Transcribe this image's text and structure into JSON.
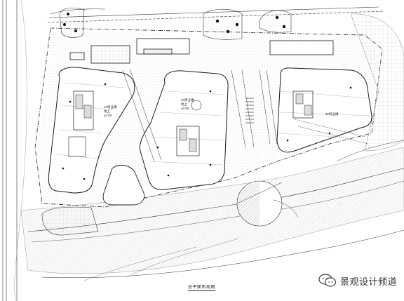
{
  "drawing": {
    "title": "总平面布局图"
  },
  "buildings": [
    {
      "id": "A",
      "name": "1#商业楼",
      "note": "地上",
      "level": "±0.00"
    },
    {
      "id": "B",
      "name": "2#商业楼",
      "note": "地上",
      "level": "±0.00"
    },
    {
      "id": "C",
      "name": "3#商业楼",
      "note": "",
      "level": ""
    }
  ],
  "watermark": {
    "text": "景观设计频道",
    "icon": "wechat-logo-icon"
  },
  "colors": {
    "linework": "#1a1a1a",
    "hatch": "#6b6b6b",
    "paper": "#ffffff"
  }
}
